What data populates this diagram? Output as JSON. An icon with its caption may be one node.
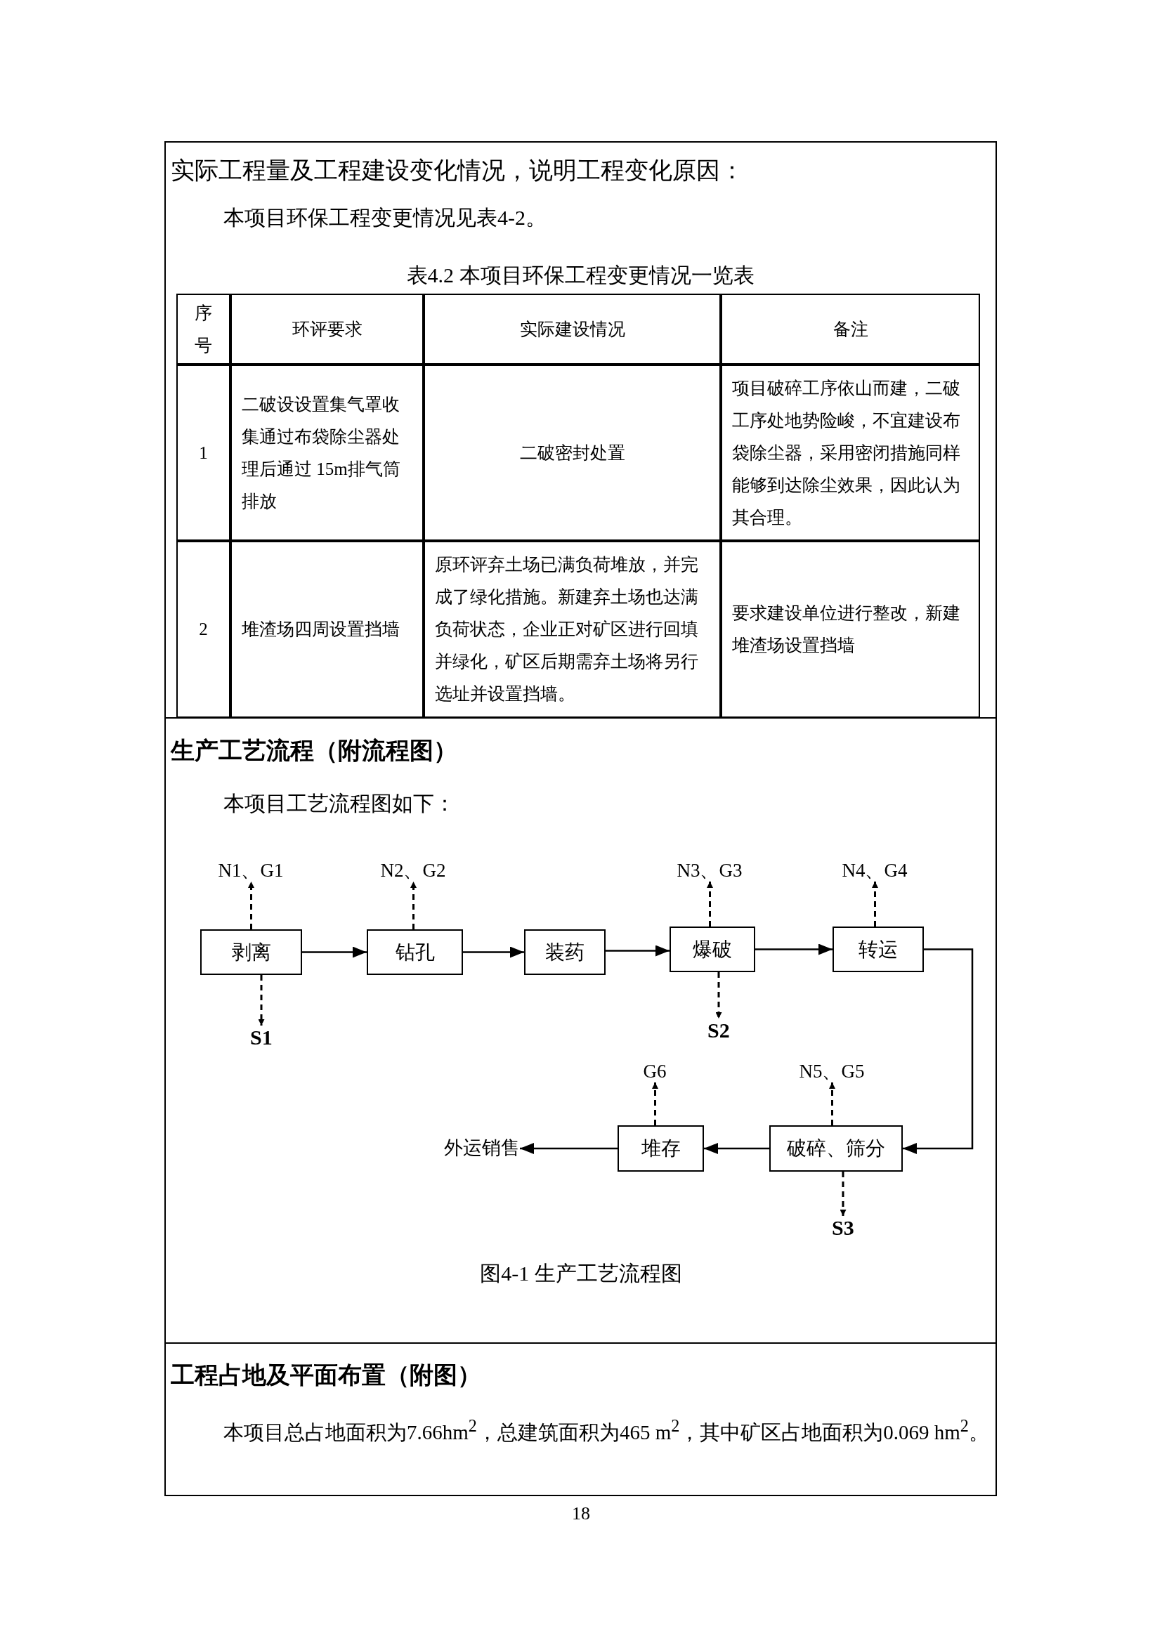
{
  "diagram": {
    "caption": "图4-1 生产工艺流程图",
    "nodes": [
      {
        "text": [
          "剥离"
        ]
      },
      {
        "text": [
          "钻孔"
        ]
      },
      {
        "text": [
          "装药"
        ]
      },
      {
        "text": [
          "爆破"
        ]
      },
      {
        "text": [
          "转运"
        ]
      },
      {
        "text": [
          "破碎、筛分"
        ]
      },
      {
        "text": [
          "堆存"
        ]
      },
      {
        "text": [
          "外运销售"
        ]
      },
      {
        "text": [
          "N1、G1"
        ]
      },
      {
        "text": [
          "S1"
        ]
      },
      {
        "text": [
          "N2、G2"
        ]
      },
      {
        "text": [
          "N3、G3"
        ]
      },
      {
        "text": [
          "S2"
        ]
      },
      {
        "text": [
          "N4、G4"
        ]
      },
      {
        "text": [
          "N5、G5"
        ]
      },
      {
        "text": [
          "S3"
        ]
      },
      {
        "text": [
          "G6"
        ]
      }
    ],
    "edges": [
      {
        "from": 0,
        "to": 1,
        "arrow": "to"
      },
      {
        "from": 1,
        "to": 2,
        "arrow": "to"
      },
      {
        "from": 2,
        "to": 3,
        "arrow": "to"
      },
      {
        "from": 3,
        "to": 4,
        "arrow": "to"
      },
      {
        "from": 4,
        "to": 5,
        "arrow": "to"
      },
      {
        "from": 5,
        "to": 6,
        "arrow": "to"
      },
      {
        "from": 6,
        "to": 7,
        "arrow": "to"
      },
      {
        "from": 0,
        "to": 8,
        "arrow": "to",
        "style": "dashed"
      },
      {
        "from": 0,
        "to": 9,
        "arrow": "to",
        "style": "dashed"
      },
      {
        "from": 1,
        "to": 10,
        "arrow": "to",
        "style": "dashed"
      },
      {
        "from": 3,
        "to": 11,
        "arrow": "to",
        "style": "dashed"
      },
      {
        "from": 3,
        "to": 12,
        "arrow": "to",
        "style": "dashed"
      },
      {
        "from": 4,
        "to": 13,
        "arrow": "to",
        "style": "dashed"
      },
      {
        "from": 5,
        "to": 14,
        "arrow": "to",
        "style": "dashed"
      },
      {
        "from": 5,
        "to": 15,
        "arrow": "to",
        "style": "dashed"
      },
      {
        "from": 6,
        "to": 16,
        "arrow": "to",
        "style": "dashed"
      }
    ],
    "labels": [
      "实际工程量及工程建设变化情况，说明工程变化原因：",
      "本项目环保工程变更情况见表4-2。",
      "表4.2 本项目环保工程变更情况一览表",
      "序号",
      "环评要求",
      "实际建设情况",
      "备注",
      "1",
      "二破设设置集气罩收集通过布袋除尘器处理后通过 15m排气筒排放",
      "二破密封处置",
      "项目破碎工序依山而建，二破工序处地势险峻，不宜建设布袋除尘器，采用密闭措施同样能够到达除尘效果，因此认为其合理。",
      "2",
      "堆渣场四周设置挡墙",
      "原环评弃土场已满负荷堆放，并完成了绿化措施。新建弃土场也达满负荷状态，企业正对矿区进行回填并绿化，矿区后期需弃土场将另行选址并设置挡墙。",
      "要求建设单位进行整改，新建堆渣场设置挡墙",
      "生产工艺流程（附流程图）",
      "本项目工艺流程图如下：",
      "工程占地及平面布置（附图）",
      "本项目总占地面积为7.66hm$^{2}$，总建筑面积为465 m$^{2}$，其中矿区占地面积为0.069 hm$^{2}$。",
      "18"
    ]
  }
}
